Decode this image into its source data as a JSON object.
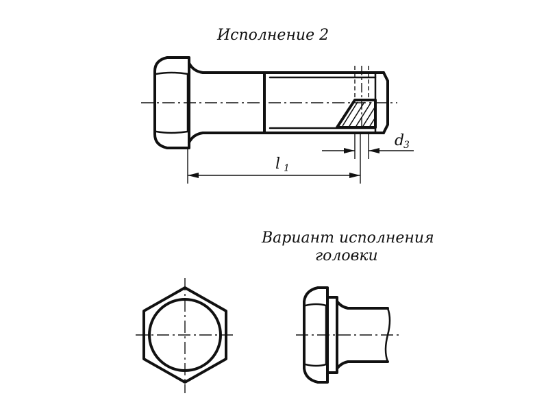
{
  "title": "Исполнение 2",
  "variant_caption": {
    "line1": "Вариант исполнения",
    "line2": "головки"
  },
  "dimensions": {
    "length": "l",
    "length_sub": "1",
    "diameter": "d",
    "diameter_sub": "3"
  }
}
